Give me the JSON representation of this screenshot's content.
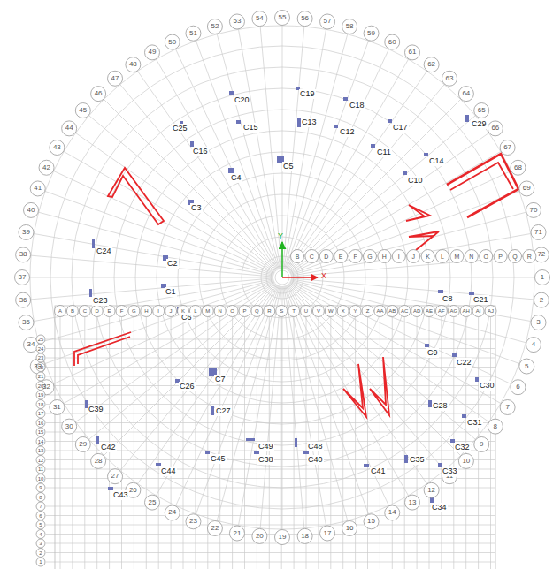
{
  "diagram": {
    "labels": [
      "1",
      "2",
      "3",
      "4",
      "5",
      "6",
      "7",
      "8",
      "9",
      "10",
      "11",
      "12",
      "13",
      "14",
      "15",
      "16",
      "17",
      "18",
      "19",
      "20",
      "21",
      "22",
      "23",
      "24",
      "25",
      "26",
      "27",
      "28",
      "29",
      "30",
      "31",
      "32",
      "33",
      "34",
      "35",
      "36",
      "37",
      "38",
      "39",
      "40",
      "41",
      "42",
      "43",
      "44",
      "45",
      "46",
      "47",
      "48",
      "49",
      "50",
      "51",
      "52",
      "53",
      "54",
      "55",
      "56",
      "57",
      "58",
      "59",
      "60",
      "61",
      "62",
      "63",
      "64",
      "65",
      "66",
      "67",
      "68",
      "69",
      "70",
      "71",
      "72",
      "A",
      "B",
      "C",
      "D",
      "E",
      "F",
      "G",
      "H",
      "I",
      "J",
      "K",
      "L",
      "M",
      "N",
      "O",
      "P",
      "Q",
      "R",
      "S",
      "T",
      "U",
      "V",
      "W",
      "X",
      "Y",
      "Z",
      "AA",
      "AB",
      "AC",
      "AD",
      "AE",
      "AF",
      "AG",
      "AH",
      "AI",
      "AJ",
      "B",
      "C",
      "D",
      "E",
      "F",
      "G",
      "H",
      "I",
      "J",
      "K",
      "L",
      "M",
      "N",
      "O",
      "P",
      "Q",
      "R",
      "1",
      "2",
      "3",
      "4",
      "5",
      "6",
      "7",
      "8",
      "9",
      "10",
      "11",
      "12",
      "13",
      "14",
      "15",
      "16",
      "17",
      "18",
      "19",
      "20",
      "21",
      "22",
      "23",
      "24",
      "25",
      "C1",
      "C2",
      "C3",
      "C4",
      "C5",
      "C6",
      "C7",
      "C8",
      "C9",
      "C10",
      "C11",
      "C12",
      "C13",
      "C14",
      "C15",
      "C16",
      "C17",
      "C18",
      "C19",
      "C20",
      "C21",
      "C22",
      "C23",
      "C24",
      "C25",
      "C26",
      "C27",
      "C28",
      "C29",
      "C30",
      "C31",
      "C32",
      "C33",
      "C34",
      "C35",
      "C38",
      "C39",
      "C40",
      "C41",
      "C42",
      "C43",
      "C44",
      "C45",
      "C48",
      "C49",
      "Y",
      "X"
    ]
  }
}
